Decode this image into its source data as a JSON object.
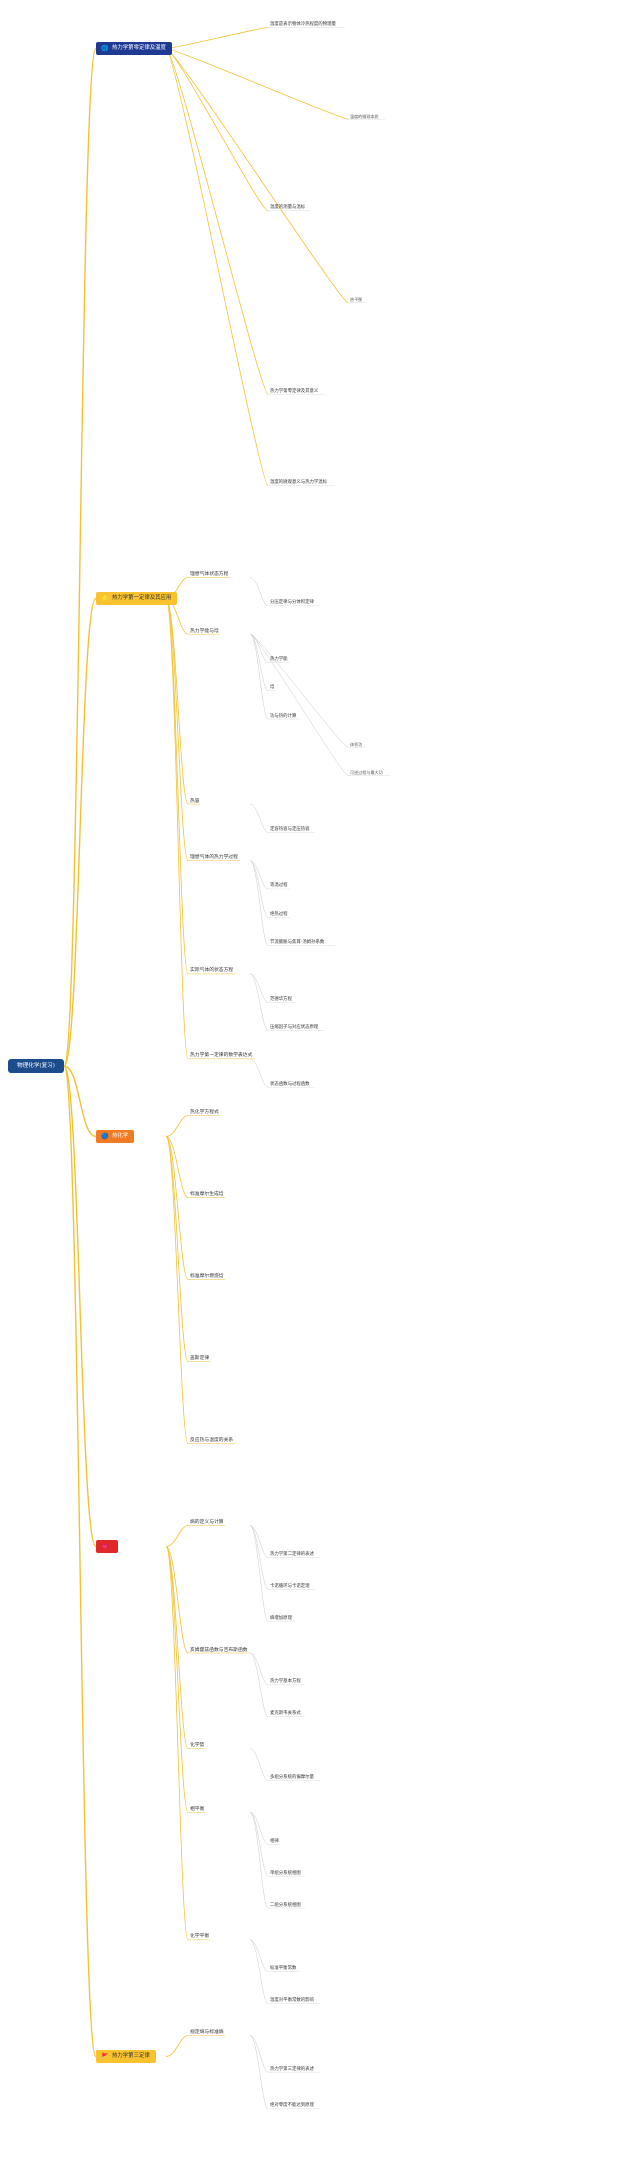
{
  "root": {
    "label": "物理化学(复习)"
  },
  "colors": {
    "root_bg": "#1b4d8c",
    "line": "#f1c232",
    "cat_blue_bg": "#1f3a93",
    "cat_yellow_bg": "#f9c22e",
    "cat_orange_bg": "#f07b22",
    "cat_red_bg": "#e2272a"
  },
  "categories": [
    {
      "id": "c1",
      "label": "热力学第零定律及温度",
      "icon": "globe-icon",
      "glyph": "🌐",
      "theme": "blue"
    },
    {
      "id": "c2",
      "label": "热力学第一定律及其应用",
      "icon": "star-icon",
      "glyph": "⭐",
      "theme": "yellow"
    },
    {
      "id": "c3",
      "label": "热化学",
      "icon": "sphere-icon",
      "glyph": "🔵",
      "theme": "orange"
    },
    {
      "id": "c4",
      "label": "",
      "icon": "heart-icon",
      "glyph": "💗",
      "theme": "red"
    },
    {
      "id": "c5",
      "label": "热力学第三定律",
      "icon": "flag-icon",
      "glyph": "🚩",
      "theme": "yellow"
    }
  ],
  "nodes": [
    {
      "t": "温度是表示物体冷热程度的物理量",
      "l": 3
    },
    {
      "t": "温度的微观本质",
      "l": 4
    },
    {
      "t": "温度的测量与温标",
      "l": 3
    },
    {
      "t": "热平衡",
      "l": 4
    },
    {
      "t": "热力学第零定律及其意义",
      "l": 3
    },
    {
      "t": "温度的微观意义与热力学温标",
      "l": 3
    },
    {
      "t": "理想气体状态方程",
      "l": 2
    },
    {
      "t": "分压定律与分体积定律",
      "l": 3
    },
    {
      "t": "热力学能与焓",
      "l": 2
    },
    {
      "t": "热力学能",
      "l": 3
    },
    {
      "t": "焓",
      "l": 3
    },
    {
      "t": "功与热的计算",
      "l": 3
    },
    {
      "t": "体积功",
      "l": 4
    },
    {
      "t": "可逆过程与最大功",
      "l": 4
    },
    {
      "t": "热容",
      "l": 2
    },
    {
      "t": "定容热容与定压热容",
      "l": 3
    },
    {
      "t": "理想气体的热力学过程",
      "l": 2
    },
    {
      "t": "等温过程",
      "l": 3
    },
    {
      "t": "绝热过程",
      "l": 3
    },
    {
      "t": "节流膨胀与焦耳-汤姆孙系数",
      "l": 3
    },
    {
      "t": "实际气体的状态方程",
      "l": 2
    },
    {
      "t": "范德华方程",
      "l": 3
    },
    {
      "t": "压缩因子与对应状态原理",
      "l": 3
    },
    {
      "t": "热力学第一定律的数学表达式",
      "l": 2
    },
    {
      "t": "状态函数与过程函数",
      "l": 3
    },
    {
      "t": "热化学方程式",
      "l": 2
    },
    {
      "t": "标准摩尔生成焓",
      "l": 2
    },
    {
      "t": "标准摩尔燃烧焓",
      "l": 2
    },
    {
      "t": "盖斯定律",
      "l": 2
    },
    {
      "t": "反应热与温度的关系",
      "l": 2
    },
    {
      "t": "熵的定义与计算",
      "l": 2
    },
    {
      "t": "热力学第二定律的表述",
      "l": 3
    },
    {
      "t": "卡诺循环与卡诺定理",
      "l": 3
    },
    {
      "t": "熵增加原理",
      "l": 3
    },
    {
      "t": "亥姆霍兹函数与吉布斯函数",
      "l": 2
    },
    {
      "t": "热力学基本方程",
      "l": 3
    },
    {
      "t": "麦克斯韦关系式",
      "l": 3
    },
    {
      "t": "化学势",
      "l": 2
    },
    {
      "t": "多组分系统的偏摩尔量",
      "l": 3
    },
    {
      "t": "相平衡",
      "l": 2
    },
    {
      "t": "相律",
      "l": 3
    },
    {
      "t": "单组分系统相图",
      "l": 3
    },
    {
      "t": "二组分系统相图",
      "l": 3
    },
    {
      "t": "化学平衡",
      "l": 2
    },
    {
      "t": "标准平衡常数",
      "l": 3
    },
    {
      "t": "温度对平衡常数的影响",
      "l": 3
    },
    {
      "t": "规定熵与标准熵",
      "l": 2
    },
    {
      "t": "热力学第三定律的表述",
      "l": 3
    },
    {
      "t": "绝对零度不能达到原理",
      "l": 3
    }
  ]
}
